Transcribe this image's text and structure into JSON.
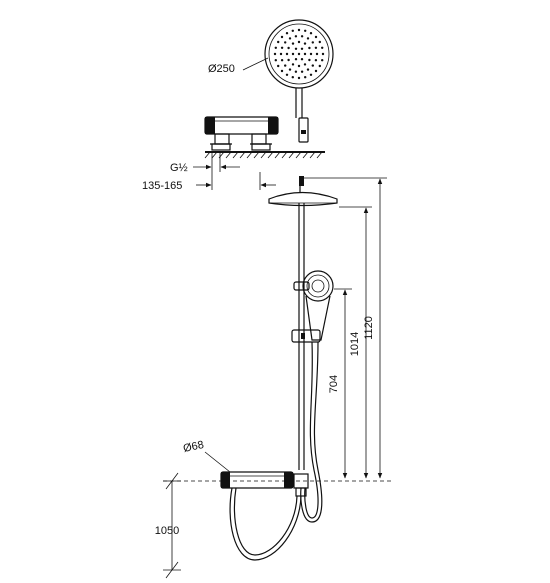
{
  "dimensions": {
    "head_diameter": "Ø250",
    "thread": "G½",
    "centers": "135-165",
    "body_diameter": "Ø68",
    "install_height": "1050",
    "slide_height": "704",
    "handshower_height": "1014",
    "total_height": "1120"
  }
}
